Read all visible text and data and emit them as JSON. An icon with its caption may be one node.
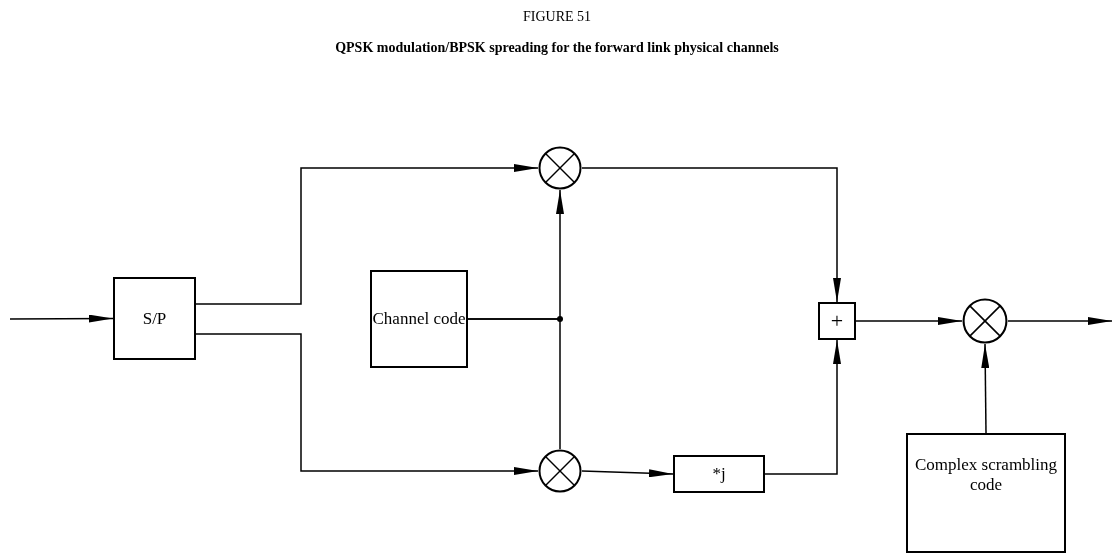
{
  "diagram": {
    "title": "QPSK modulation/BPSK spreading for the forward link physical channels",
    "nodes": [
      {
        "text": [
          "S/P"
        ]
      },
      {
        "text": [],
        "shape": "circle"
      },
      {
        "text": [
          "Channel code"
        ]
      },
      {
        "text": [
          "+"
        ]
      },
      {
        "text": [],
        "shape": "circle"
      },
      {
        "text": [],
        "shape": "circle"
      },
      {
        "text": [
          "*j"
        ]
      },
      {
        "text": [
          "Complex scrambling code"
        ]
      }
    ],
    "edges": [
      {
        "from": null,
        "to": 0,
        "arrow": "to"
      },
      {
        "from": 0,
        "to": 1,
        "arrow": "to"
      },
      {
        "from": 0,
        "to": 5,
        "arrow": "to"
      },
      {
        "from": 2,
        "to": 1,
        "arrow": "to"
      },
      {
        "from": 2,
        "to": 5,
        "arrow": "none"
      },
      {
        "from": 1,
        "to": 3,
        "arrow": "to"
      },
      {
        "from": 5,
        "to": 6,
        "arrow": "to"
      },
      {
        "from": 6,
        "to": 3,
        "arrow": "to"
      },
      {
        "from": 3,
        "to": 4,
        "arrow": "to"
      },
      {
        "from": 7,
        "to": 4,
        "arrow": "to"
      },
      {
        "from": 4,
        "to": null,
        "arrow": "to"
      }
    ],
    "labels": [
      "FIGURE 51"
    ]
  }
}
